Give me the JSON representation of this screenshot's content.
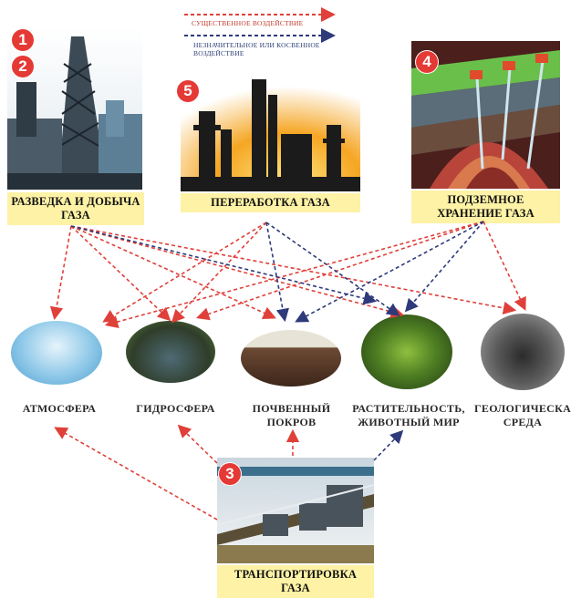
{
  "legend": {
    "significant": "СУЩЕСТВЕННОЕ ВОЗДЕЙСТВИЕ",
    "minor": "НЕЗНАЧИТЕЛЬНОЕ ИЛИ КОСВЕННОЕ ВОЗДЕЙСТВИЕ",
    "significant_color": "#e0403a",
    "minor_color": "#2e3a7a"
  },
  "stages": {
    "exploration": {
      "number": "1",
      "number2": "2",
      "label": "РАЗВЕДКА И ДОБЫЧА ГАЗА"
    },
    "processing": {
      "number": "5",
      "label": "ПЕРЕРАБОТКА ГАЗА"
    },
    "storage": {
      "number": "4",
      "label": "ПОДЗЕМНОЕ ХРАНЕНИЕ ГАЗА"
    },
    "transport": {
      "number": "3",
      "label": "ТРАНСПОРТИРОВКА ГАЗА"
    }
  },
  "spheres": {
    "atmosphere": "АТМОСФЕРА",
    "hydrosphere": "ГИДРОСФЕРА",
    "soil": "ПОЧВЕННЫЙ ПОКРОВ",
    "biota": "РАСТИТЕЛЬНОСТЬ, ЖИВОТНЫЙ МИР",
    "geology": "ГЕОЛОГИЧЕСКАЯ СРЕДА"
  },
  "colors": {
    "caption_bg": "#fdf2a5",
    "badge": "#e53935"
  }
}
